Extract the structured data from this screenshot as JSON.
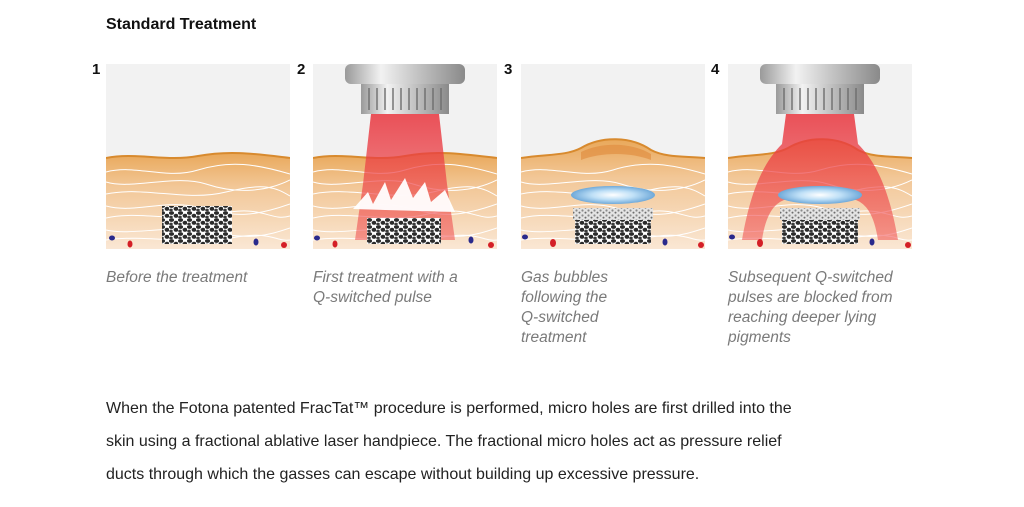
{
  "title": "Standard Treatment",
  "steps": [
    {
      "number": "1",
      "caption": "Before the treatment"
    },
    {
      "number": "2",
      "caption": "First treatment with a\nQ-switched pulse"
    },
    {
      "number": "3",
      "caption": "Gas bubbles\nfollowing the\nQ-switched\ntreatment"
    },
    {
      "number": "4",
      "caption": "Subsequent Q-switched\npulses are blocked from\nreaching deeper lying\npigments"
    }
  ],
  "paragraph": "When the Fotona patented FracTat™ procedure is performed, micro holes are first drilled into the\nskin using a fractional ablative laser handpiece. The fractional micro holes act as pressure relief\nducts through which the gasses can escape without building up excessive pressure.",
  "colors": {
    "background": "#ffffff",
    "skin_surface": "#e8a14a",
    "dermis": "#f6dcbc",
    "laser_beam": "#e8343d",
    "pigment": "#2b2b2b",
    "gas_bubble": "#8cc4ee",
    "blood_cell_red": "#d41f26",
    "blood_cell_blue": "#2a2a8c",
    "handpiece": "#bdbdbd"
  }
}
